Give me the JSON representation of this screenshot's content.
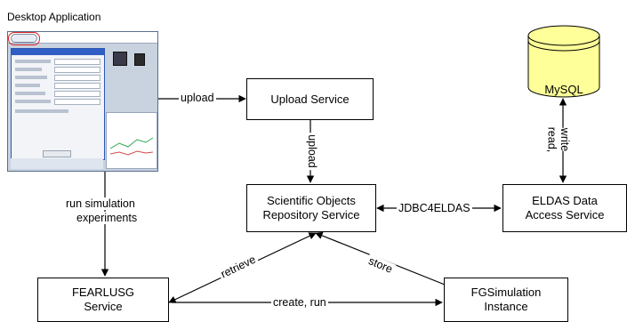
{
  "caption": "Desktop Application",
  "nodes": {
    "upload_service": "Upload Service",
    "repository_line1": "Scientific Objects",
    "repository_line2": "Repository Service",
    "eldas_line1": "ELDAS Data",
    "eldas_line2": "Access Service",
    "mysql": "MySQL",
    "fearlusg_line1": "FEARLUSG",
    "fearlusg_line2": "Service",
    "fgsim_line1": "FGSimulation",
    "fgsim_line2": "Instance"
  },
  "edges": {
    "upload_h": "upload",
    "upload_v": "upload",
    "jdbc": "JDBC4ELDAS",
    "read": "read,",
    "write": "write",
    "run_line1": "run simulation",
    "run_line2": "experiments",
    "retrieve": "retrieve",
    "store": "store",
    "create_run": "create, run"
  },
  "colors": {
    "mysql_fill": "#ffff99",
    "line": "#000000"
  }
}
